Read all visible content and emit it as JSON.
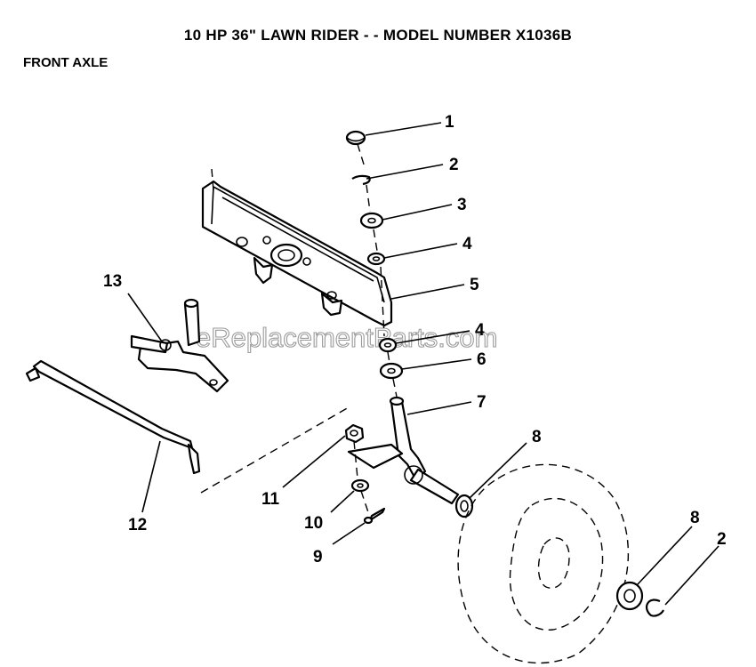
{
  "title": "10 HP 36\" LAWN RIDER - - MODEL NUMBER X1036B",
  "section": "FRONT AXLE",
  "watermark": "eReplacementParts.com",
  "callouts": [
    "1",
    "2",
    "3",
    "4",
    "5",
    "4",
    "6",
    "7",
    "8",
    "8",
    "2",
    "13",
    "11",
    "10",
    "9",
    "12"
  ]
}
